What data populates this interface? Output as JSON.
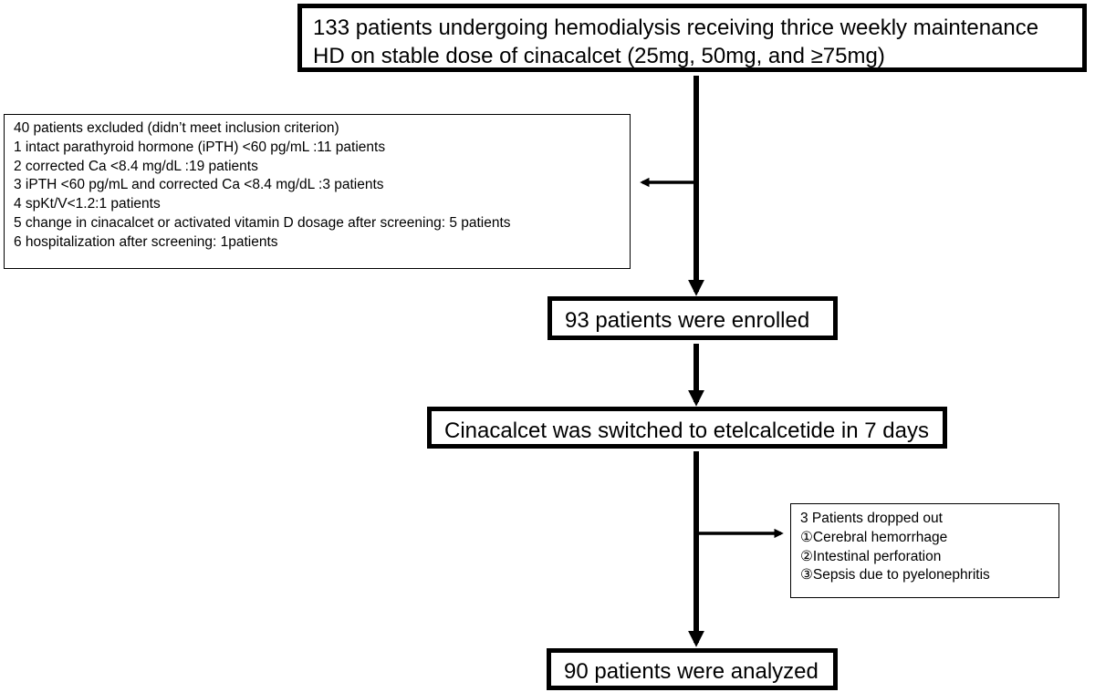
{
  "screening_box": {
    "lines": [
      "133 patients undergoing hemodialysis  receiving  thrice weekly maintenance",
      "HD on stable dose of cinacalcet  (25mg, 50mg, and ≥75mg)"
    ]
  },
  "exclusion_box": {
    "lines": [
      "40 patients excluded  (didn’t meet inclusion criterion)",
      "1 intact parathyroid hormone (iPTH) <60 pg/mL :11 patients",
      "2 corrected Ca <8.4 mg/dL :19 patients",
      "3 iPTH <60 pg/mL and corrected Ca <8.4 mg/dL :3 patients",
      "4 spKt/V<1.2:1 patients",
      "5 change in cinacalcet or activated vitamin D dosage after screening: 5 patients",
      "6 hospitalization after screening: 1patients"
    ]
  },
  "enrolled_box": {
    "text": "93 patients were enrolled"
  },
  "switch_box": {
    "text": "Cinacalcet was switched to etelcalcetide in 7 days"
  },
  "dropout_box": {
    "lines": [
      "3 Patients dropped out",
      "①Cerebral hemorrhage",
      "②Intestinal perforation",
      "③Sepsis due to pyelonephritis"
    ]
  },
  "analyzed_box": {
    "text": "90 patients were analyzed"
  }
}
